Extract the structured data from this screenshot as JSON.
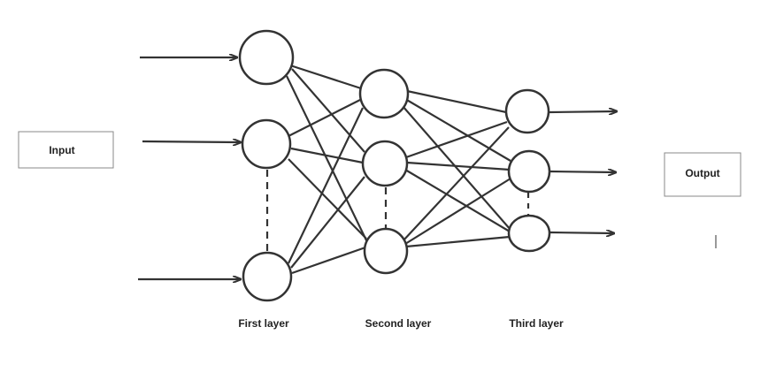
{
  "input_box": {
    "label": "Input"
  },
  "output_box": {
    "label": "Output"
  },
  "layers": [
    {
      "label": "First layer"
    },
    {
      "label": "Second layer"
    },
    {
      "label": "Third layer"
    }
  ],
  "colors": {
    "stroke": "#333333",
    "box_border": "#888888",
    "text": "#222222",
    "background": "#ffffff"
  }
}
